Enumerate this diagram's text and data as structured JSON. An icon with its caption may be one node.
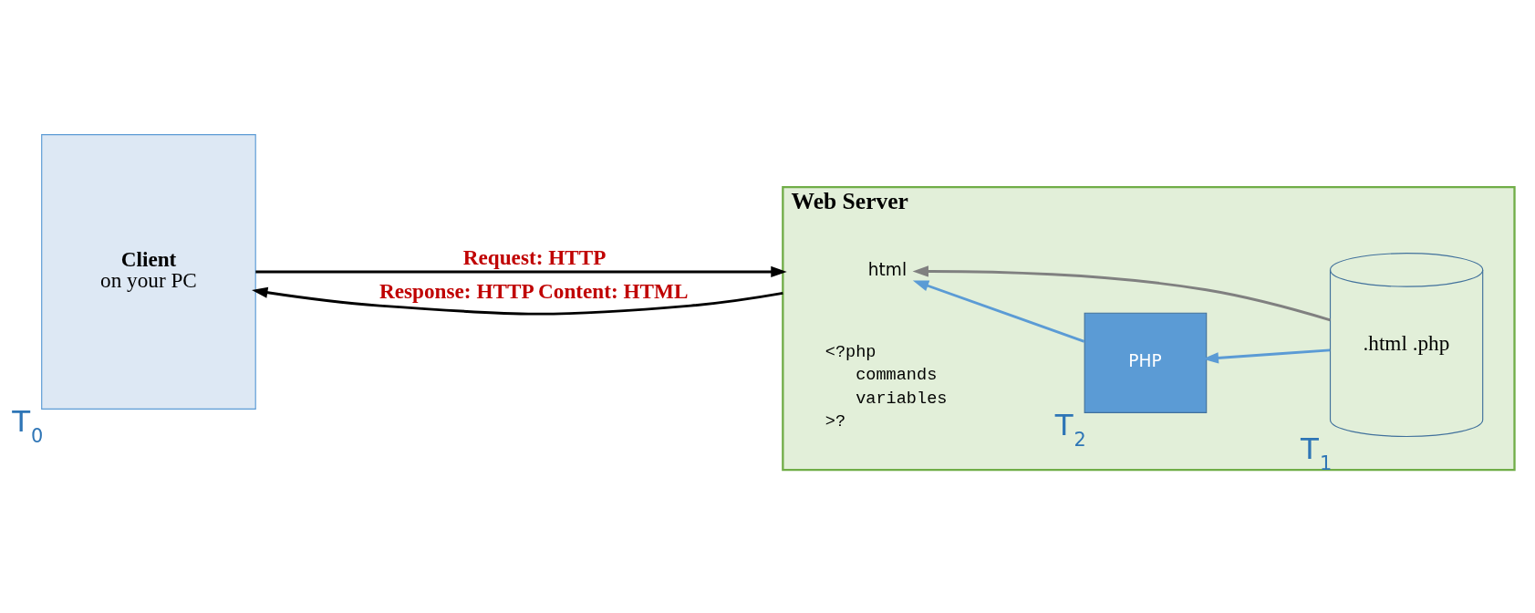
{
  "diagram": {
    "nodes": [
      {
        "text": [
          "Client",
          "on your PC"
        ],
        "beside": [
          "T$_{0}$"
        ]
      },
      {
        "text": [
          "Web Server"
        ]
      },
      {
        "text": [
          "html"
        ],
        "in": 1
      },
      {
        "text": [
          "PHP"
        ],
        "in": 1,
        "beside": [
          "T$_{2}$"
        ]
      },
      {
        "text": [
          ".html .php"
        ],
        "in": 1,
        "beside": [
          "T$_{1}$"
        ]
      }
    ],
    "edges": [
      {
        "from": 0,
        "to": 1,
        "arrow": "to",
        "label": "Request: HTTP"
      },
      {
        "from": 1,
        "to": 0,
        "arrow": "to",
        "label": "Response: HTTP Content: HTML"
      },
      {
        "from": 4,
        "to": 2,
        "arrow": "to",
        "color": "#808080"
      },
      {
        "from": 4,
        "to": 3,
        "arrow": "to",
        "color": "#5b9bd5"
      },
      {
        "from": 3,
        "to": 2,
        "arrow": "to",
        "color": "#5b9bd5"
      }
    ],
    "labels": [
      "<?php",
      "commands",
      "variables",
      ">?"
    ]
  }
}
